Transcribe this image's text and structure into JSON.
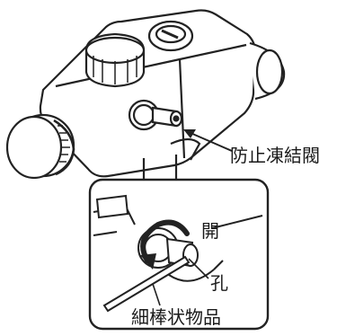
{
  "labels": {
    "antifreeze_valve": "防止凍結閥",
    "open": "開",
    "hole": "孔",
    "thin_rod": "細棒状物品"
  }
}
